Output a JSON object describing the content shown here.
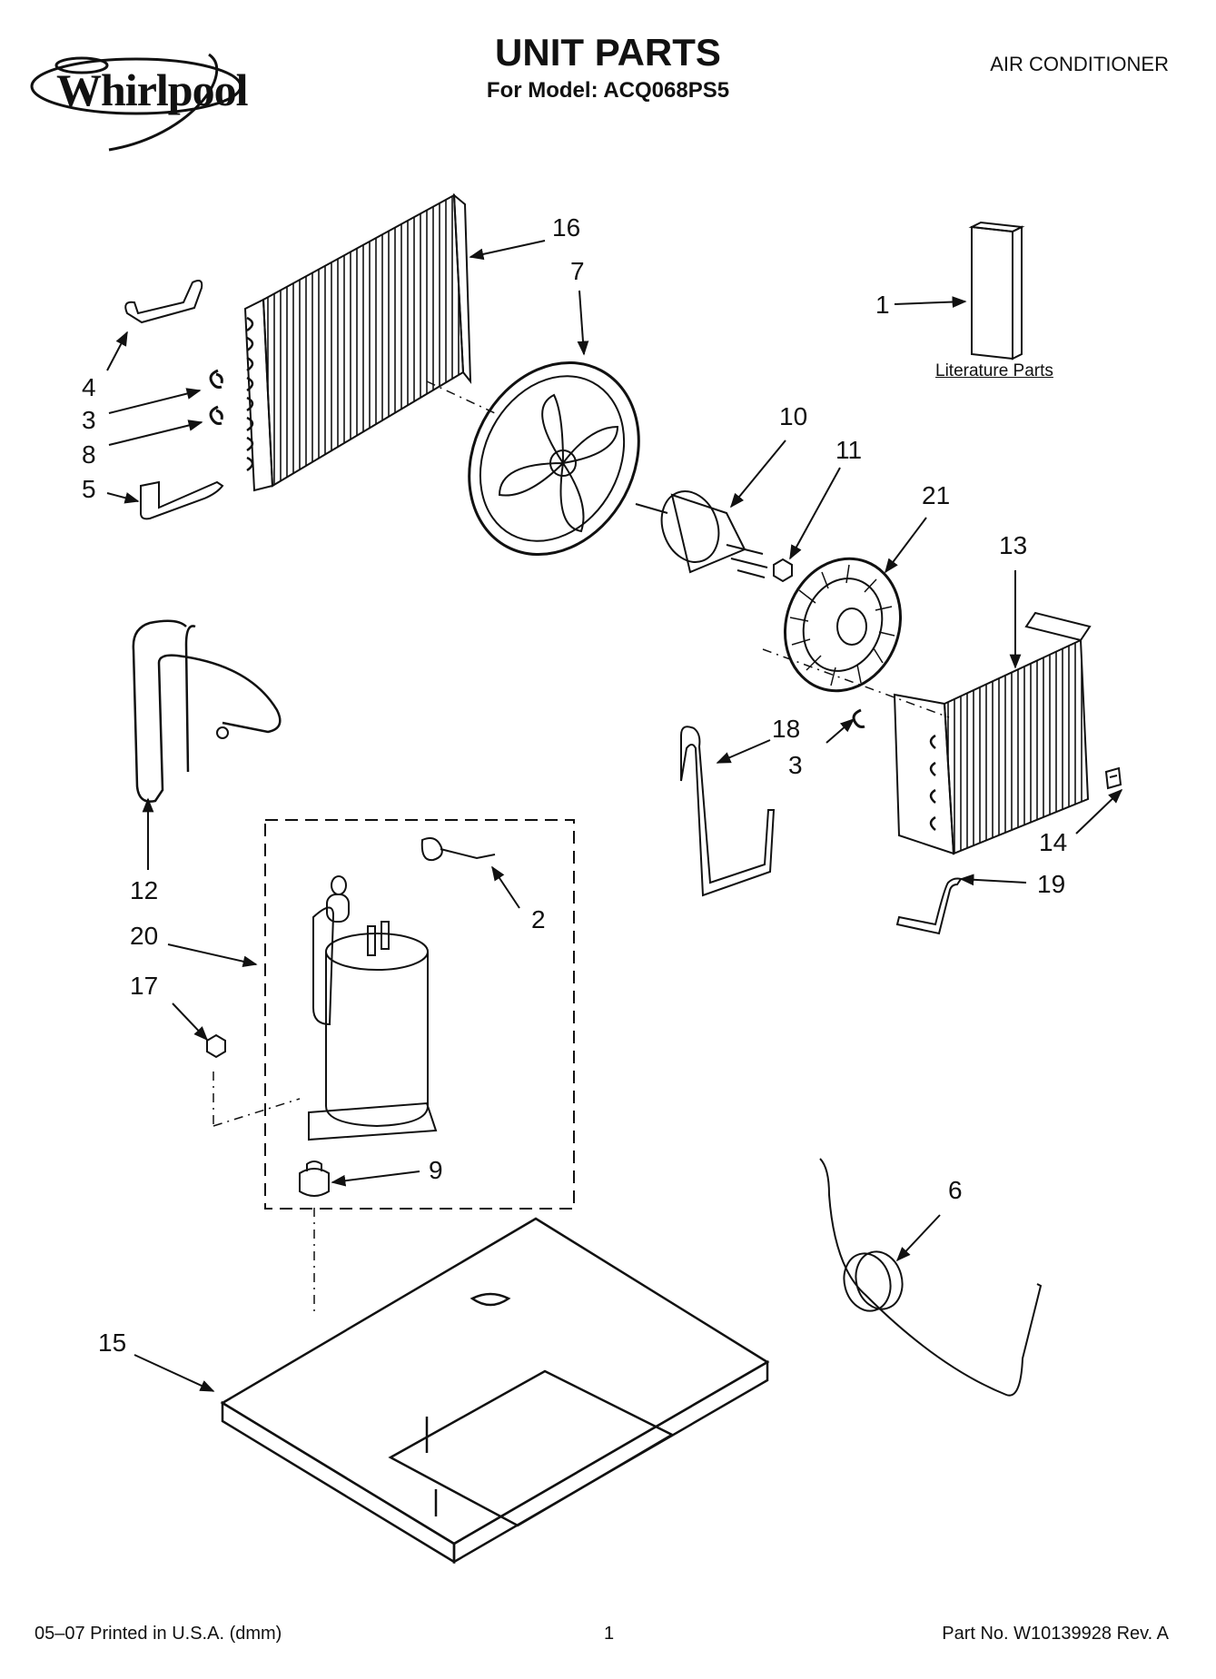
{
  "header": {
    "brand": "Whirlpool",
    "title": "UNIT PARTS",
    "model_line": "For Model: ACQ068PS5",
    "category": "AIR CONDITIONER"
  },
  "diagram": {
    "callouts": [
      "1",
      "2",
      "3",
      "3",
      "4",
      "5",
      "6",
      "7",
      "8",
      "9",
      "10",
      "11",
      "12",
      "13",
      "14",
      "15",
      "16",
      "17",
      "18",
      "19",
      "20",
      "21"
    ],
    "literature_label": "Literature Parts"
  },
  "footer": {
    "printed": "05–07 Printed in U.S.A. (dmm)",
    "page": "1",
    "part_no": "Part No. W10139928 Rev. A"
  }
}
